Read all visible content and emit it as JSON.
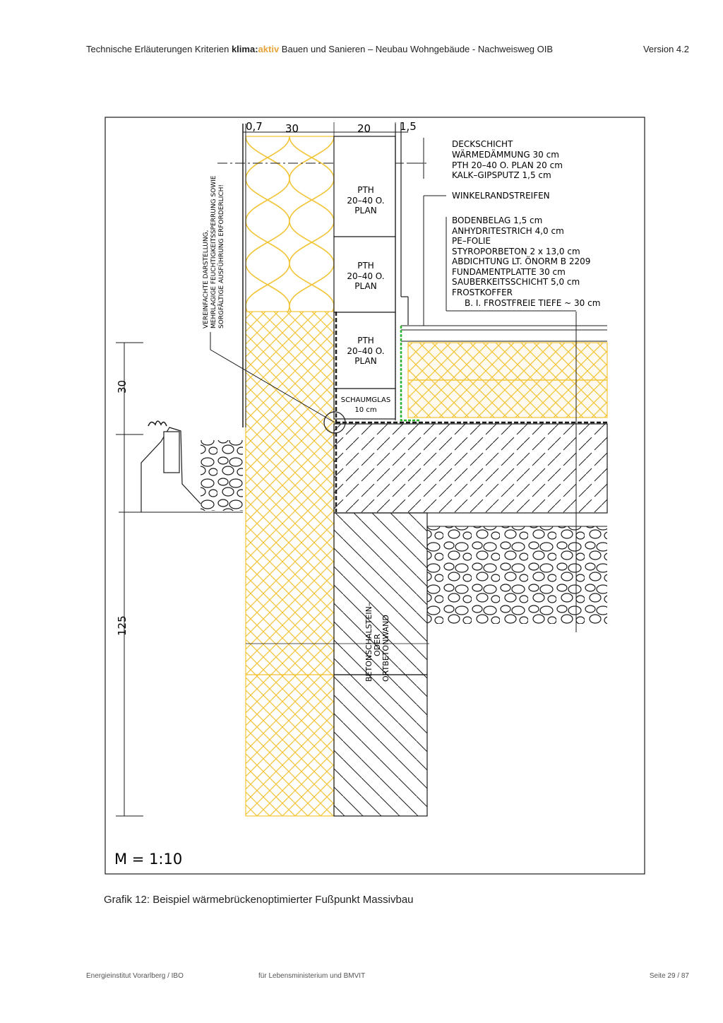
{
  "header": {
    "prefix": "Technische Erläuterungen Kriterien ",
    "brand_klima": "klima",
    "brand_colon": ":",
    "brand_aktiv": "aktiv",
    "suffix": " Bauen und Sanieren – Neubau Wohngebäude - Nachweisweg OIB",
    "version": "Version 4.2"
  },
  "drawing": {
    "dim_top": [
      "0,7",
      "30",
      "20",
      "1,5"
    ],
    "dim_left": [
      "30",
      "125"
    ],
    "pth_label_line1": "PTH",
    "pth_label_line2": "20–40 O.",
    "pth_label_line3": "PLAN",
    "schaumglas_line1": "SCHAUMGLAS",
    "schaumglas_line2": "10 cm",
    "wall_labels": [
      "DECKSCHICHT",
      "WÄRMEDÄMMUNG 30 cm",
      "PTH 20–40 O. PLAN 20 cm",
      "KALK–GIPSPUTZ 1,5 cm"
    ],
    "winkel_label": "WINKELRANDSTREIFEN",
    "floor_labels": [
      "BODENBELAG 1,5 cm",
      "ANHYDRITESTRICH 4,0 cm",
      "PE–FOLIE",
      "STYROPORBETON 2 x 13,0 cm",
      "ABDICHTUNG LT. ÖNORM B 2209",
      "FUNDAMENTPLATTE 30 cm",
      "SAUBERKEITSSCHICHT 5,0 cm",
      "FROSTKOFFER",
      "B. I. FROSTFREIE TIEFE ~ 30 cm"
    ],
    "vertical_note": [
      "VEREINFACHTE DARSTELLUNG,",
      "MEHRLAGIGE FEUCHTIGKEITSSPERRUNG SOWIE",
      "SORGFÄLTIGE AUSFÜHRUNG ERFORDERLICH!"
    ],
    "beton_label": [
      "BETONSCHALSTEIN–",
      "ODER",
      "ORTBETONWAND"
    ],
    "scale": "M = 1:10",
    "colors": {
      "insulation": "#f2c437",
      "green": "#2bb52b",
      "line": "#1a1a1a"
    }
  },
  "caption": "Grafik 12: Beispiel wärmebrückenoptimierter Fußpunkt Massivbau",
  "footer": {
    "left": "Energieinstitut Vorarlberg / IBO",
    "center": "für Lebensministerium und BMVIT",
    "right": "Seite 29 / 87"
  }
}
